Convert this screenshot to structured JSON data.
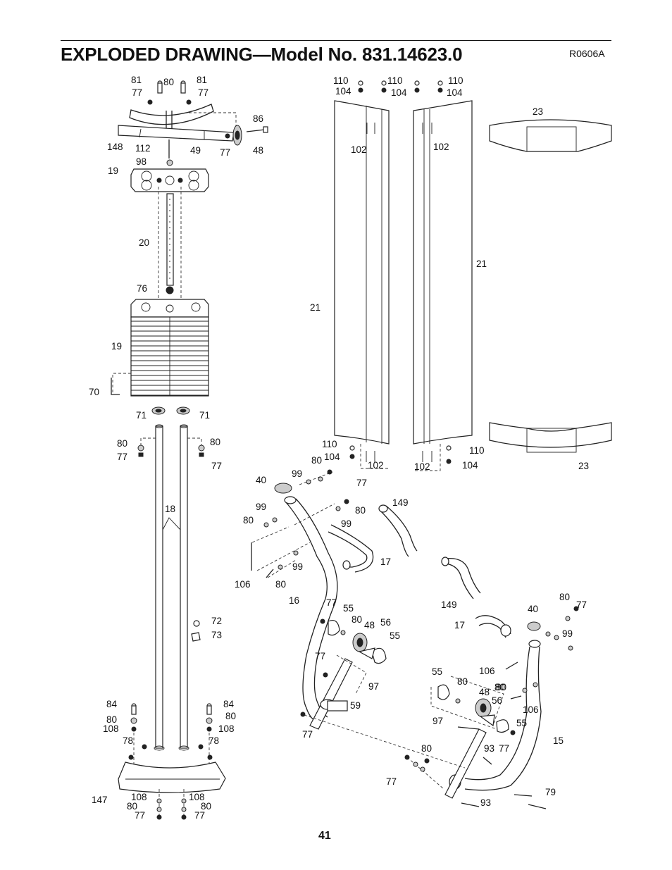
{
  "header": {
    "title": "EXPLODED DRAWING—Model No. 831.14623.0",
    "drawing_code": "R0606A"
  },
  "footer": {
    "page_number": "41"
  },
  "part_labels": [
    "81",
    "80",
    "81",
    "77",
    "77",
    "86",
    "148",
    "112",
    "49",
    "77",
    "48",
    "98",
    "19",
    "20",
    "76",
    "19",
    "70",
    "71",
    "71",
    "80",
    "77",
    "80",
    "77",
    "18",
    "72",
    "73",
    "84",
    "84",
    "80",
    "80",
    "108",
    "108",
    "78",
    "78",
    "147",
    "108",
    "108",
    "80",
    "80",
    "77",
    "77",
    "110",
    "110",
    "110",
    "104",
    "104",
    "104",
    "102",
    "102",
    "21",
    "21",
    "110",
    "104",
    "102",
    "102",
    "110",
    "104",
    "23",
    "23",
    "40",
    "99",
    "80",
    "77",
    "99",
    "80",
    "80",
    "99",
    "106",
    "99",
    "80",
    "149",
    "17",
    "16",
    "77",
    "55",
    "80",
    "48",
    "56",
    "55",
    "77",
    "97",
    "59",
    "77",
    "149",
    "80",
    "77",
    "40",
    "17",
    "99",
    "106",
    "80",
    "55",
    "80",
    "48",
    "56",
    "80",
    "106",
    "97",
    "55",
    "93",
    "77",
    "15",
    "80",
    "77",
    "93",
    "79"
  ]
}
